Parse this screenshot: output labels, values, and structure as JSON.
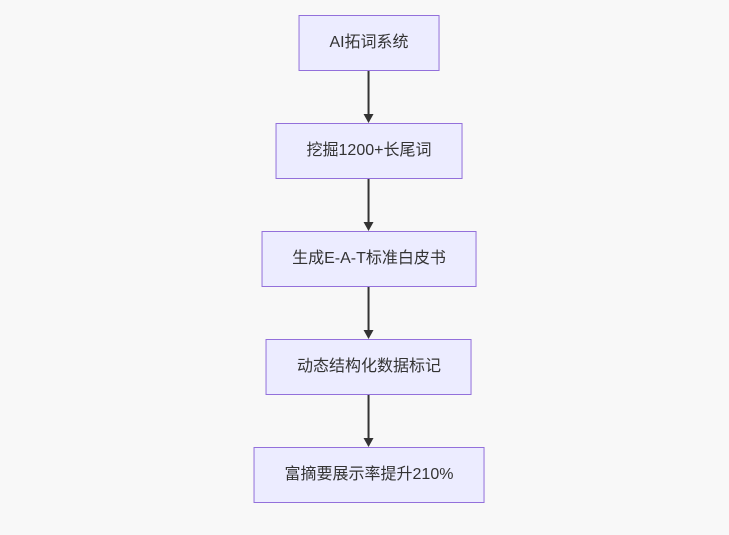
{
  "diagram": {
    "type": "flowchart-vertical",
    "colors": {
      "background": "#f8f8f8",
      "node_fill": "#ECECFF",
      "node_border": "#9370DB",
      "text_color": "#333333",
      "arrow_color": "#333333"
    },
    "nodes": [
      {
        "label": "AI拓词系统"
      },
      {
        "label": "挖掘1200+长尾词"
      },
      {
        "label": "生成E-A-T标准白皮书"
      },
      {
        "label": "动态结构化数据标记"
      },
      {
        "label": "富摘要展示率提升210%"
      }
    ]
  }
}
